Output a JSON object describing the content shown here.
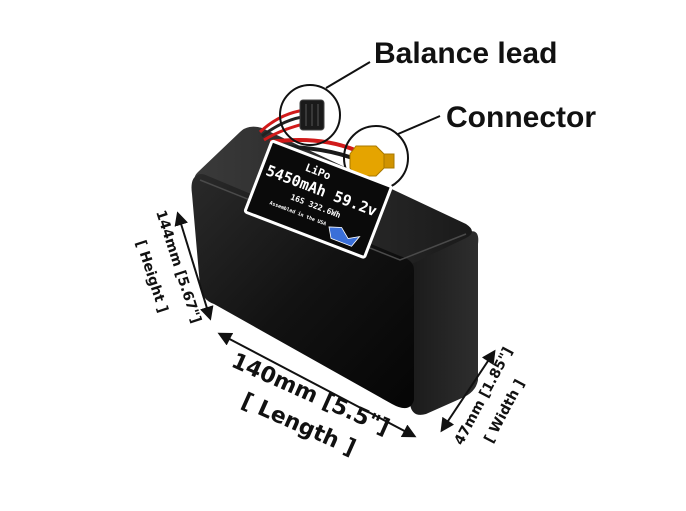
{
  "callouts": {
    "balance_lead": "Balance lead",
    "connector": "Connector"
  },
  "dimensions": {
    "height": {
      "line1": "144mm [5.67\"]",
      "line2": "[ Height ]"
    },
    "length": {
      "line1": "140mm [5.5\"]",
      "line2": "[ Length ]"
    },
    "width": {
      "line1": "47mm [1.85\"]",
      "line2": "[ Width ]"
    }
  },
  "label": {
    "chemistry": "LiPo",
    "capacity_voltage": "5450mAh 59.2v",
    "config_energy": "16S 322.6Wh",
    "assembled": "Assembled in the USA"
  },
  "colors": {
    "battery_body": "#111111",
    "connector": "#e5a400",
    "wire_red": "#d11a1a"
  }
}
